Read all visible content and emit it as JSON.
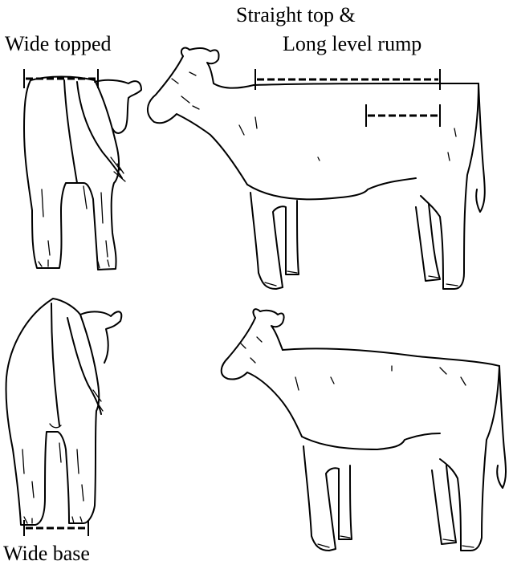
{
  "labels": {
    "wide_topped": "Wide topped",
    "straight_top": "Straight top &",
    "long_level_rump": "Long level rump",
    "wide_base": "Wide base"
  }
}
